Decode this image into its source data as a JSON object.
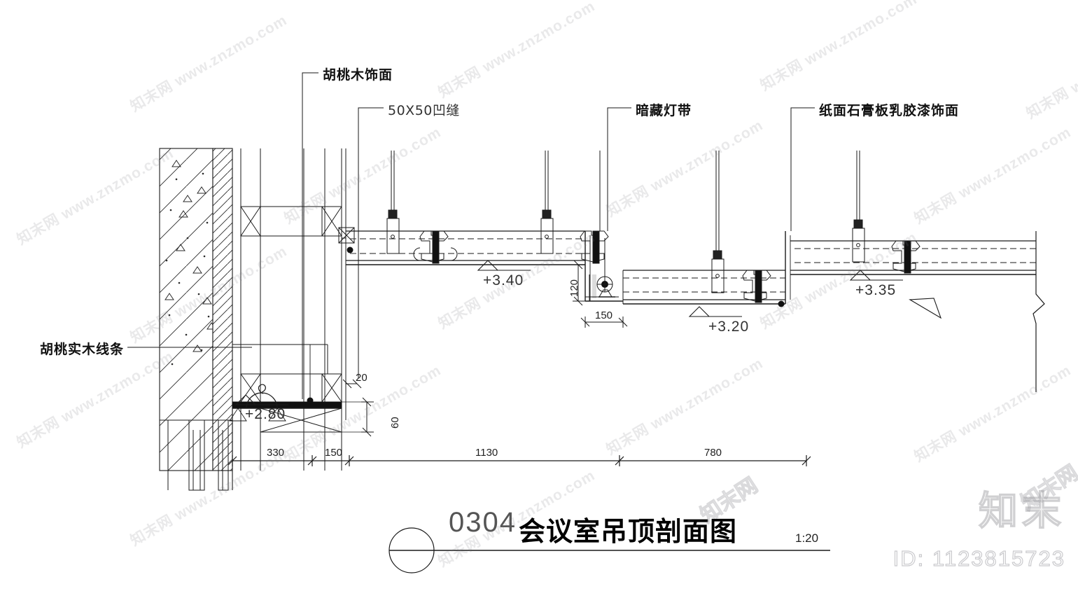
{
  "drawing": {
    "title_number": "0304",
    "title_name": "会议室吊顶剖面图",
    "scale": "1:20"
  },
  "annotations": [
    {
      "id": "walnut-veneer",
      "text": "胡桃木饰面",
      "script": "cn"
    },
    {
      "id": "groove-50x50",
      "text": "50X50凹缝",
      "script": "mixed"
    },
    {
      "id": "concealed-lighting",
      "text": "暗藏灯带",
      "script": "cn"
    },
    {
      "id": "gypsum-latex-paint",
      "text": "纸面石膏板乳胶漆饰面",
      "script": "cn"
    },
    {
      "id": "walnut-solid-trim",
      "text": "胡桃实木线条",
      "script": "cn"
    }
  ],
  "elevations": [
    {
      "id": "elev-340",
      "value": "+3.40"
    },
    {
      "id": "elev-320",
      "value": "+3.20"
    },
    {
      "id": "elev-335",
      "value": "+3.35"
    },
    {
      "id": "elev-280",
      "value": "+2.80"
    }
  ],
  "dimensions": {
    "horizontal_chain": [
      "330",
      "150",
      "1130",
      "780"
    ],
    "detail": [
      {
        "id": "dim-120",
        "value": "120",
        "orientation": "vertical"
      },
      {
        "id": "dim-150",
        "value": "150",
        "orientation": "horizontal"
      },
      {
        "id": "dim-20",
        "value": "20",
        "orientation": "horizontal"
      },
      {
        "id": "dim-60",
        "value": "60",
        "orientation": "vertical"
      }
    ]
  },
  "watermark": {
    "brand": "知末",
    "id_text": "ID: 1123815723",
    "tiled_text": "知末网 www.znzmo.com",
    "tiled_short": "知末网"
  },
  "colors": {
    "line": "#1a1a1a",
    "thin_line": "#3a3a3a",
    "text": "#111111",
    "watermark": "rgba(150,150,155,0.35)",
    "background": "#ffffff"
  }
}
